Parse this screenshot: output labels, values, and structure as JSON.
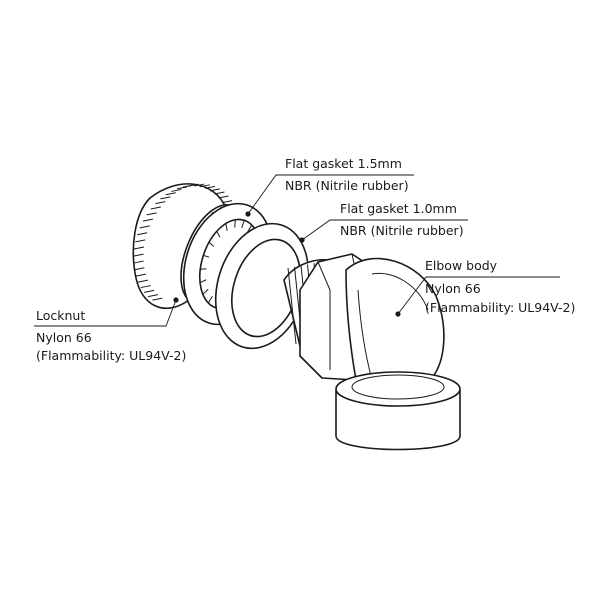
{
  "labels": {
    "gasket15": {
      "title": "Flat gasket 1.5mm",
      "material": "NBR (Nitrile rubber)"
    },
    "gasket10": {
      "title": "Flat gasket 1.0mm",
      "material": "NBR (Nitrile rubber)"
    },
    "elbow": {
      "title": "Elbow body",
      "material": "Nylon 66",
      "rating": "(Flammability: UL94V-2)"
    },
    "locknut": {
      "title": "Locknut",
      "material": "Nylon 66",
      "rating": "(Flammability: UL94V-2)"
    }
  },
  "colors": {
    "line": "#1a1a1a",
    "fill": "#ffffff"
  }
}
